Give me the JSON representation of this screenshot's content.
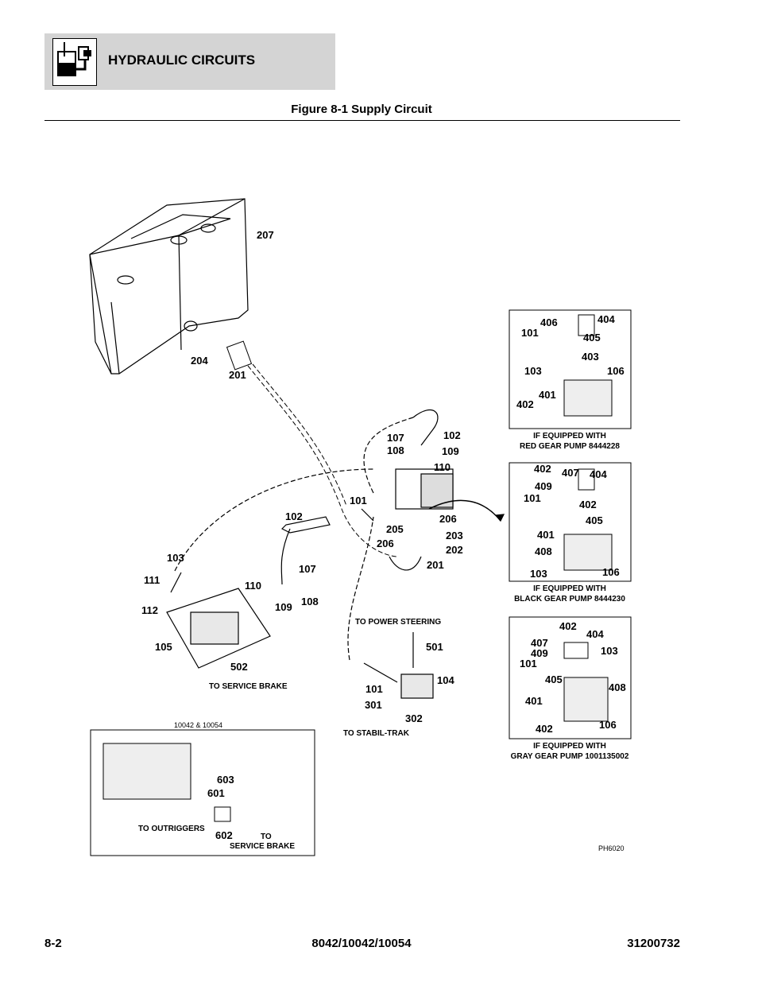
{
  "header": {
    "section_title": "HYDRAULIC CIRCUITS",
    "icon": "hydraulic-circuit-icon"
  },
  "figure": {
    "title": "Figure 8-1 Supply Circuit",
    "code": "PH6020"
  },
  "callouts": {
    "tank": "207",
    "fitting_204": "204",
    "hose_201_top": "201",
    "pump_107": "107",
    "pump_108": "108",
    "pump_102": "102",
    "pump_109": "109",
    "pump_110": "110",
    "pump_101": "101",
    "pump_206a": "206",
    "pump_205": "205",
    "pump_203": "203",
    "pump_206b": "206",
    "pump_202": "202",
    "pump_201": "201",
    "mid_102": "102",
    "mid_107": "107",
    "mid_110": "110",
    "mid_108": "108",
    "mid_109": "109",
    "valve_103": "103",
    "valve_111": "111",
    "valve_112": "112",
    "valve_105": "105",
    "valve_502": "502",
    "ps_501": "501",
    "ps_104": "104",
    "ps_101": "101",
    "ps_301": "301",
    "ps_302": "302"
  },
  "notes": {
    "to_service_brake": "TO SERVICE BRAKE",
    "to_power_steering": "TO POWER STEERING",
    "to_stabil_trak": "TO STABIL-TRAK"
  },
  "inset_models": {
    "title": "10042 & 10054",
    "c603": "603",
    "c601": "601",
    "c602": "602",
    "to_outriggers": "TO OUTRIGGERS",
    "to_service_brake_1": "TO",
    "to_service_brake_2": "SERVICE BRAKE"
  },
  "inset_red": {
    "c406": "406",
    "c404": "404",
    "c101": "101",
    "c405": "405",
    "c403": "403",
    "c103": "103",
    "c106": "106",
    "c401": "401",
    "c402": "402",
    "caption_1": "IF EQUIPPED WITH",
    "caption_2": "RED GEAR PUMP 8444228"
  },
  "inset_black": {
    "c402a": "402",
    "c407": "407",
    "c404": "404",
    "c409": "409",
    "c101": "101",
    "c402b": "402",
    "c405": "405",
    "c401": "401",
    "c408": "408",
    "c103": "103",
    "c106": "106",
    "caption_1": "IF EQUIPPED WITH",
    "caption_2": "BLACK GEAR PUMP 8444230"
  },
  "inset_gray": {
    "c402a": "402",
    "c404": "404",
    "c407": "407",
    "c409": "409",
    "c103": "103",
    "c101": "101",
    "c405": "405",
    "c408": "408",
    "c401": "401",
    "c402b": "402",
    "c106": "106",
    "caption_1": "IF EQUIPPED WITH",
    "caption_2": "GRAY GEAR PUMP 1001135002"
  },
  "footer": {
    "page": "8-2",
    "models": "8042/10042/10054",
    "doc_number": "31200732"
  }
}
